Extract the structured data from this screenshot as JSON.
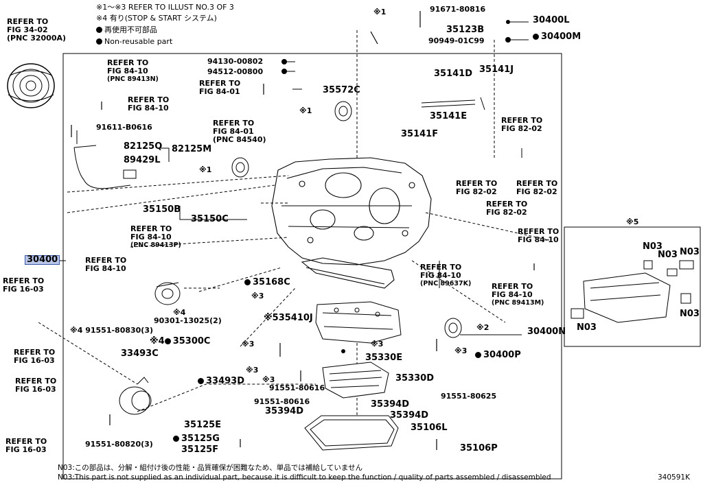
{
  "header": {
    "line1": "※1〜※3 REFER TO ILLUST NO.3 OF 3",
    "line2": "※4 有り(STOP & START システム)",
    "line3": "再使用不可部品",
    "line4": "Non-reusable part"
  },
  "refer_fig34": {
    "l1": "REFER TO",
    "l2": "FIG 34-02",
    "l3": "(PNC 32000A)"
  },
  "refs": {
    "r8410a": {
      "l1": "REFER TO",
      "l2": "FIG 84-10",
      "l3": "(PNC 89413N)"
    },
    "r8410b": {
      "l1": "REFER TO",
      "l2": "FIG 84-10"
    },
    "r8401a": {
      "l1": "REFER TO",
      "l2": "FIG 84-01"
    },
    "r8401b": {
      "l1": "REFER TO",
      "l2": "FIG 84-01",
      "l3": "(PNC 84540)"
    },
    "r8410c": {
      "l1": "REFER TO",
      "l2": "FIG 84-10",
      "l3": "(PNC 89413P)"
    },
    "r8410d": {
      "l1": "REFER TO",
      "l2": "FIG 84-10"
    },
    "r1603a": {
      "l1": "REFER TO",
      "l2": "FIG 16-03"
    },
    "r1603b": {
      "l1": "REFER TO",
      "l2": "FIG 16-03"
    },
    "r1603c": {
      "l1": "REFER TO",
      "l2": "FIG 16-03"
    },
    "r1603d": {
      "l1": "REFER TO",
      "l2": "FIG 16-03"
    },
    "r8202a": {
      "l1": "REFER TO",
      "l2": "FIG 82-02"
    },
    "r8202b": {
      "l1": "REFER TO",
      "l2": "FIG 82-02"
    },
    "r8202c": {
      "l1": "REFER TO",
      "l2": "FIG 82-02"
    },
    "r8202d": {
      "l1": "REFER TO",
      "l2": "FIG 82-02"
    },
    "r8410e": {
      "l1": "REFER TO",
      "l2": "FIG 84-10"
    },
    "r8410f": {
      "l1": "REFER TO",
      "l2": "FIG 84-10",
      "l3": "(PNC 89637K)"
    },
    "r8410g": {
      "l1": "REFER TO",
      "l2": "FIG 84-10",
      "l3": "(PNC 89413M)"
    }
  },
  "parts": {
    "p30400": "30400",
    "p91671": "91671-80816",
    "p35123B": "35123B",
    "p90949": "90949-01C99",
    "p30400L": "30400L",
    "p30400M": "30400M",
    "p94130": "94130-00802",
    "p94512": "94512-00800",
    "p35572C": "35572C",
    "p35141D": "35141D",
    "p35141J": "35141J",
    "p35141E": "35141E",
    "p35141F": "35141F",
    "p91611": "91611-B0616",
    "p82125Q": "82125Q",
    "p82125M": "82125M",
    "p89429L": "89429L",
    "p35150B": "35150B",
    "p35150C": "35150C",
    "p35168C": "35168C",
    "p35410J": "35410J",
    "p91551_830_3": "91551-80830(3)",
    "p90301": "90301-13025(2)",
    "p35300C": "35300C",
    "p33493C": "33493C",
    "p33493D": "33493D",
    "p35330E": "35330E",
    "p35330D": "35330D",
    "p91551_616a": "91551-80616",
    "p91551_616b": "91551-80616",
    "p91551_625": "91551-80625",
    "p35394D_a": "35394D",
    "p35394D_b": "35394D",
    "p35394D_c": "35394D",
    "p35106L": "35106L",
    "p35106P": "35106P",
    "p35125E": "35125E",
    "p35125G": "35125G",
    "p35125F": "35125F",
    "p91551_820_3": "91551-80820(3)",
    "p30400N": "30400N",
    "p30400P": "30400P"
  },
  "marks": {
    "x1a": "※1",
    "x1b": "※1",
    "x1c": "※1",
    "x2": "※2",
    "x3a": "※3",
    "x3b": "※3",
    "x3c": "※3",
    "x3d": "※3",
    "x3e": "※3",
    "x3f": "※3",
    "x4a": "※4",
    "x4b": "※4",
    "x4c": "※4",
    "x5": "※5",
    "x5b": "※5"
  },
  "inset": {
    "n1": "N03",
    "n2": "N03",
    "n3": "N03",
    "n4": "N03",
    "n5": "N03"
  },
  "footer": {
    "jp": "N03:この部品は、分解・組付け後の性能・品質確保が困難なため、単品では補給していません",
    "en": "N03:This part is not supplied as an individual part, because it is difficult to keep the function / quality of parts assembled / disassembled",
    "code": "340591K"
  }
}
